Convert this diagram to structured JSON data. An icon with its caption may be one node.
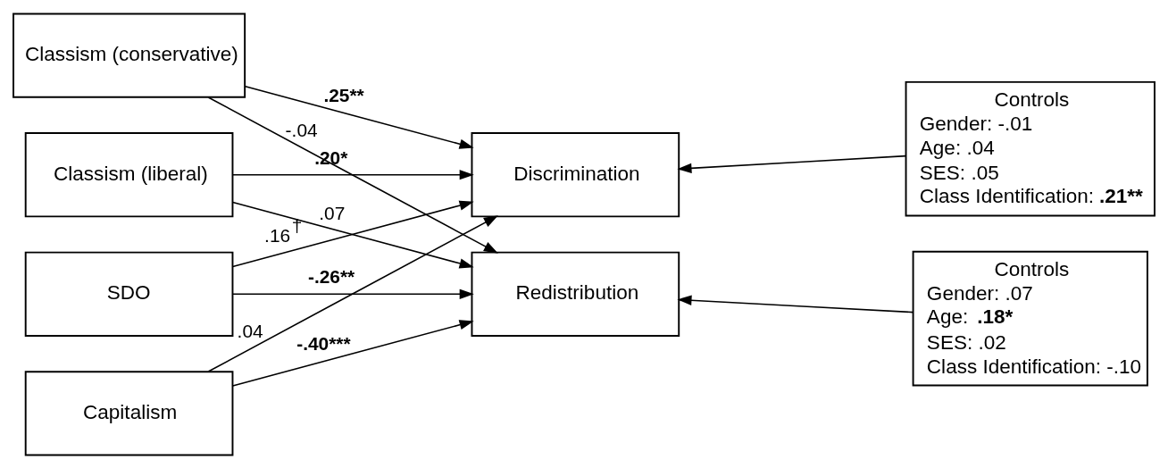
{
  "diagram": {
    "nodes": [
      {
        "text": [
          "Classism (conservative)"
        ]
      },
      {
        "text": [
          "Classism (liberal)"
        ]
      },
      {
        "text": [
          "SDO"
        ]
      },
      {
        "text": [
          "Capitalism"
        ]
      },
      {
        "text": [
          "Discrimination"
        ]
      },
      {
        "text": [
          "Controls",
          "Gender: -.01",
          "Age: .04",
          "SES: .05",
          "Class Identification: **.21****"
        ]
      },
      {
        "text": [
          "Redistribution"
        ]
      },
      {
        "text": [
          "Controls",
          "Gender: .07",
          "Age: **.18***",
          "SES: .02",
          "Class Identification: -.10"
        ]
      }
    ],
    "edges": [
      {
        "from": 0,
        "to": 4,
        "arrow": "to",
        "label": ".25**"
      },
      {
        "from": 0,
        "to": 6,
        "arrow": "to",
        "label": "-.04"
      },
      {
        "from": 1,
        "to": 4,
        "arrow": "to",
        "label": ".20*"
      },
      {
        "from": 1,
        "to": 6,
        "arrow": "to",
        "label": ".07"
      },
      {
        "from": 2,
        "to": 4,
        "arrow": "to",
        "label": ".16$^{†}$"
      },
      {
        "from": 2,
        "to": 6,
        "arrow": "to",
        "label": "-.26**"
      },
      {
        "from": 3,
        "to": 4,
        "arrow": "to",
        "label": ".04"
      },
      {
        "from": 3,
        "to": 6,
        "arrow": "to",
        "label": "-.40***"
      },
      {
        "from": 5,
        "to": 4,
        "arrow": "to"
      },
      {
        "from": 7,
        "to": 6,
        "arrow": "to"
      }
    ]
  }
}
